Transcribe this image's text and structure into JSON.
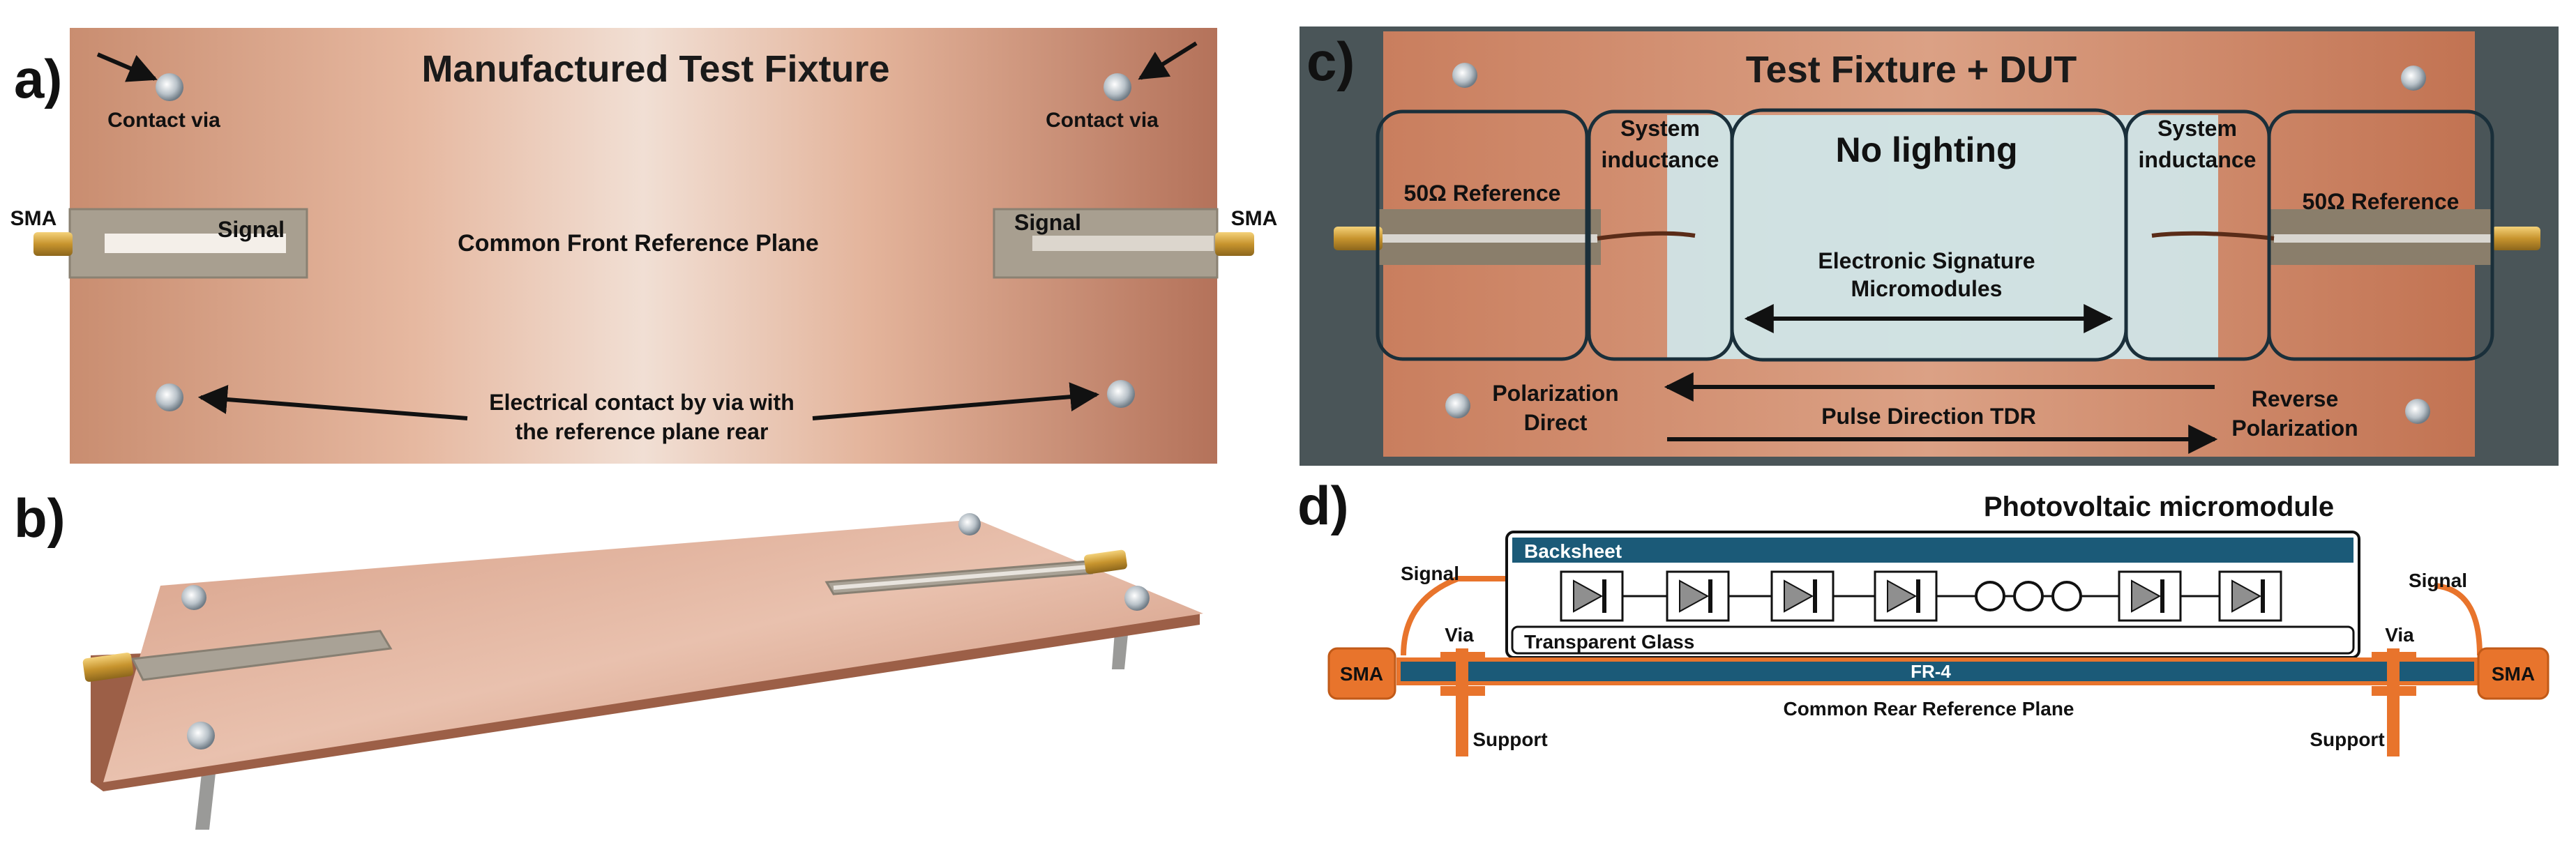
{
  "panel_labels": {
    "a": "a)",
    "b": "b)",
    "c": "c)",
    "d": "d)"
  },
  "panel_a": {
    "title": "Manufactured Test Fixture",
    "contact_via_left": "Contact via",
    "contact_via_right": "Contact via",
    "sma_left": "SMA",
    "sma_right": "SMA",
    "signal_left": "Signal",
    "signal_right": "Signal",
    "center_label": "Common Front Reference Plane",
    "electrical_contact_line1": "Electrical contact by via with",
    "electrical_contact_line2": "the reference plane rear"
  },
  "panel_c": {
    "title": "Test Fixture + DUT",
    "ref_left": "50Ω Reference",
    "ref_right": "50Ω Reference",
    "sys_ind_left_1": "System",
    "sys_ind_left_2": "inductance",
    "sys_ind_right_1": "System",
    "sys_ind_right_2": "inductance",
    "no_lighting": "No lighting",
    "esm_line1": "Electronic Signature",
    "esm_line2": "Micromodules",
    "pol_direct_1": "Polarization",
    "pol_direct_2": "Direct",
    "pulse_dir": "Pulse Direction TDR",
    "pol_reverse_1": "Reverse",
    "pol_reverse_2": "Polarization"
  },
  "panel_d": {
    "title": "Photovoltaic micromodule",
    "backsheet": "Backsheet",
    "transparent_glass": "Transparent Glass",
    "fr4": "FR-4",
    "common_rear": "Common Rear Reference Plane",
    "sma_left": "SMA",
    "sma_right": "SMA",
    "signal_left": "Signal",
    "signal_right": "Signal",
    "via_left": "Via",
    "via_right": "Via",
    "support_left": "Support",
    "support_right": "Support",
    "cell_count_left": 4,
    "cell_count_right": 2
  },
  "colors": {
    "copper_light": "#e9c3ad",
    "copper_mid": "#d3957a",
    "copper_dark": "#b8735a",
    "fr4_teal": "#1b5a78",
    "orange": "#e8742c",
    "dut_glass": "#cfe7ea",
    "region_outline": "#1a2f3a"
  }
}
